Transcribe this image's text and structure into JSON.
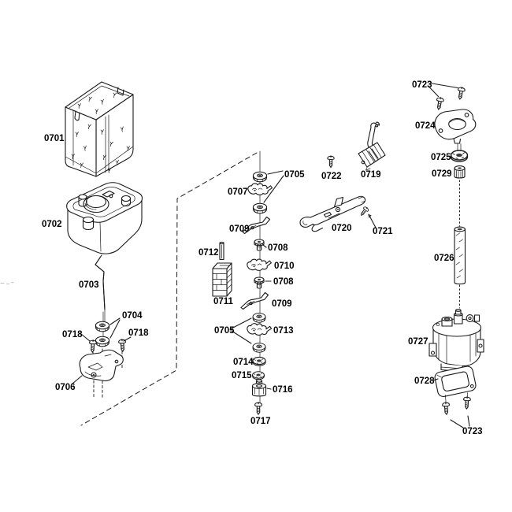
{
  "diagram": {
    "kind": "exploded-parts-diagram",
    "background_color": "#ffffff",
    "line_color": "#1a1a1a",
    "label_color": "#000000",
    "labels": {
      "p0701": "0701",
      "p0702": "0702",
      "p0703": "0703",
      "p0704": "0704",
      "p0705_top": "0705",
      "p0705_mid": "0705",
      "p0706": "0706",
      "p0707": "0707",
      "p0708_upper": "0708",
      "p0708_lower": "0708",
      "p0709_upper": "0709",
      "p0709_lower": "0709",
      "p0710": "0710",
      "p0711": "0711",
      "p0712": "0712",
      "p0713": "0713",
      "p0714": "0714",
      "p0715": "0715",
      "p0716": "0716",
      "p0717": "0717",
      "p0718_left": "0718",
      "p0718_right": "0718",
      "p0719": "0719",
      "p0720": "0720",
      "p0721": "0721",
      "p0722": "0722",
      "p0723_top": "0723",
      "p0723_bottom": "0723",
      "p0724": "0724",
      "p0725": "0725",
      "p0726": "0726",
      "p0727": "0727",
      "p0728": "0728",
      "p0729": "0729"
    }
  }
}
